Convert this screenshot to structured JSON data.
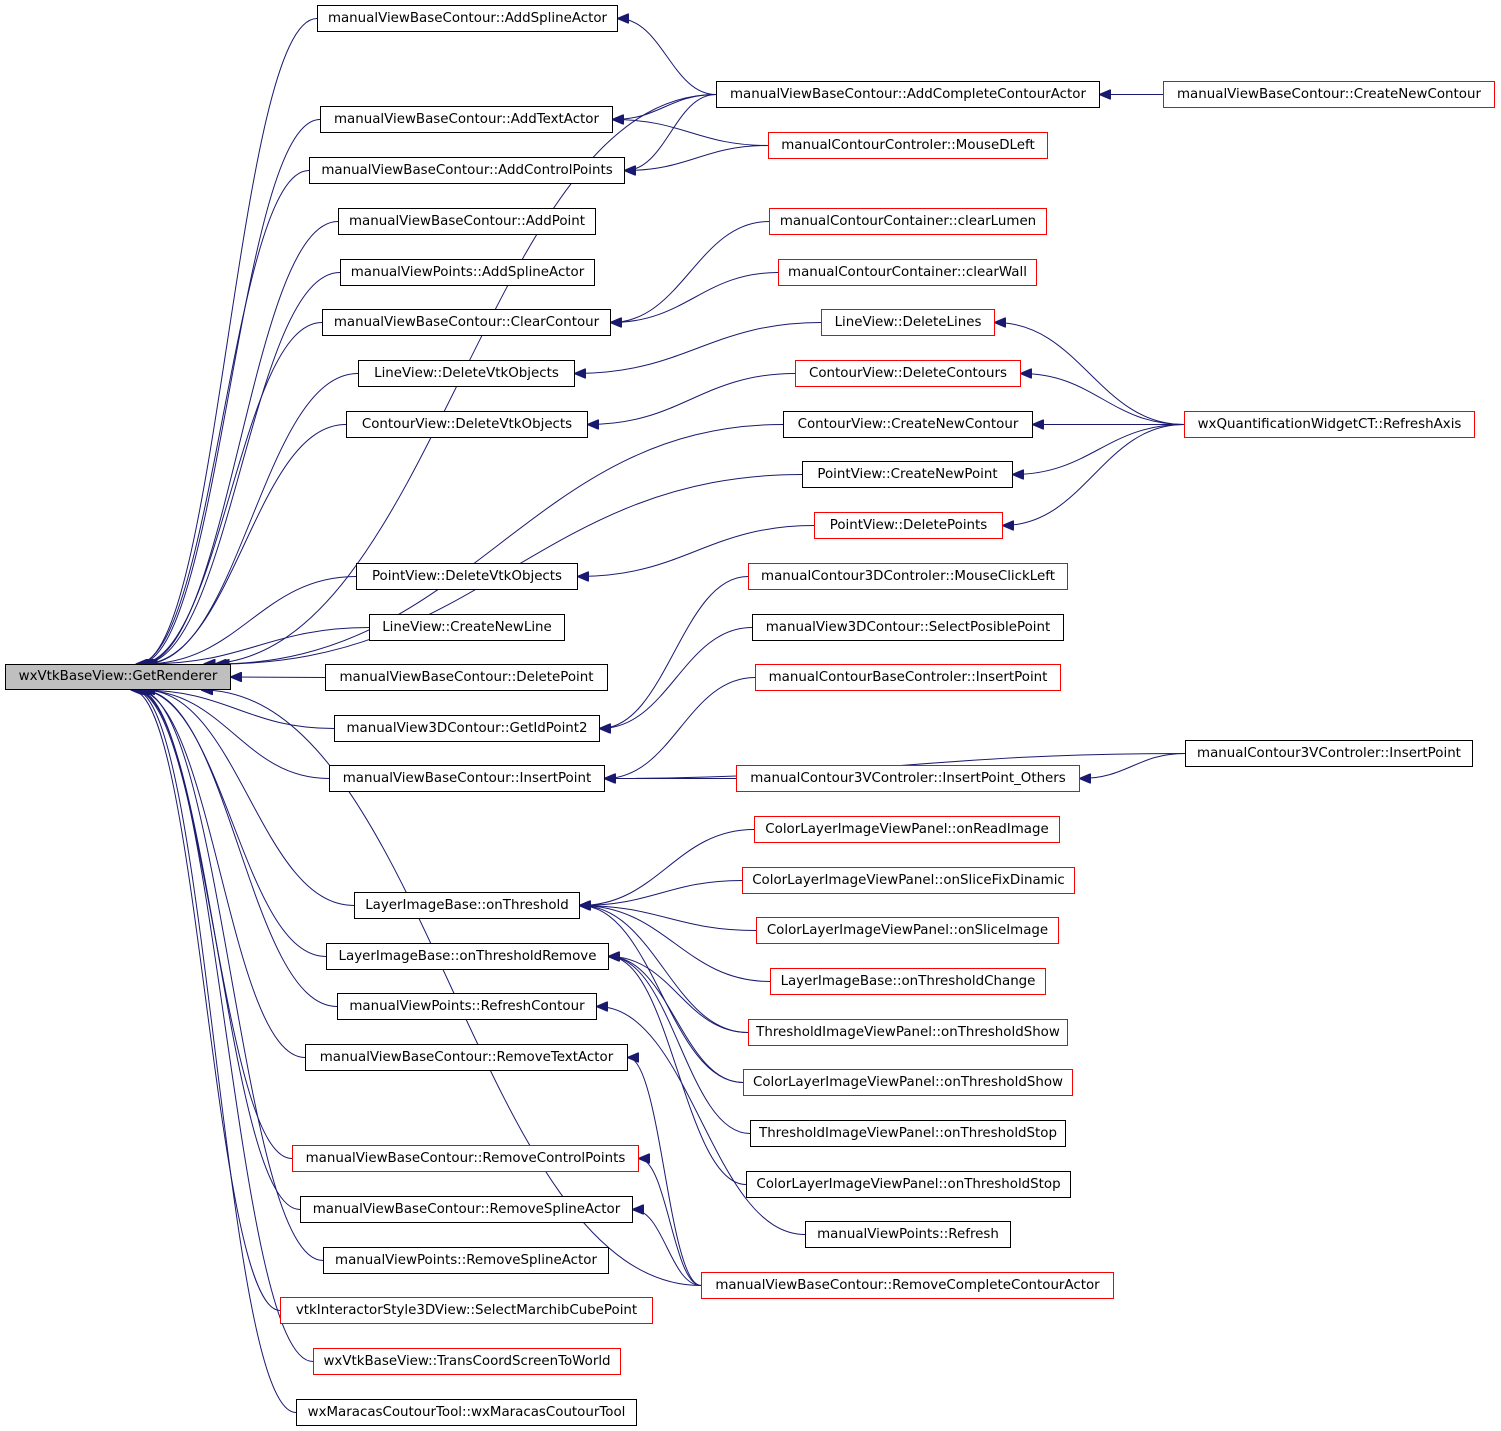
{
  "colors": {
    "edge": "#191970",
    "border_default": "#000000",
    "border_red": "#ff0000",
    "focus_fill": "#bfbfbf"
  },
  "graph": {
    "focus": "wxVtkBaseView::GetRenderer",
    "nodes": [
      {
        "id": "getrenderer",
        "label": "wxVtkBaseView::GetRenderer",
        "border": "black",
        "focus": true
      },
      {
        "id": "mvbc_addsplineactor",
        "label": "manualViewBaseContour::AddSplineActor",
        "border": "black"
      },
      {
        "id": "mvbc_addtextactor",
        "label": "manualViewBaseContour::AddTextActor",
        "border": "black"
      },
      {
        "id": "mvbc_addcontrolpoints",
        "label": "manualViewBaseContour::AddControlPoints",
        "border": "black"
      },
      {
        "id": "mvbc_addpoint",
        "label": "manualViewBaseContour::AddPoint",
        "border": "black"
      },
      {
        "id": "mvp_addsplineactor",
        "label": "manualViewPoints::AddSplineActor",
        "border": "black"
      },
      {
        "id": "mvbc_clearcontour",
        "label": "manualViewBaseContour::ClearContour",
        "border": "black"
      },
      {
        "id": "lineview_deletevtk",
        "label": "LineView::DeleteVtkObjects",
        "border": "black"
      },
      {
        "id": "contourview_deletevtk",
        "label": "ContourView::DeleteVtkObjects",
        "border": "black"
      },
      {
        "id": "pointview_deletevtk",
        "label": "PointView::DeleteVtkObjects",
        "border": "black"
      },
      {
        "id": "lineview_createnewline",
        "label": "LineView::CreateNewLine",
        "border": "black"
      },
      {
        "id": "mvbc_deletepoint",
        "label": "manualViewBaseContour::DeletePoint",
        "border": "black"
      },
      {
        "id": "mv3d_getidpoint2",
        "label": "manualView3DContour::GetIdPoint2",
        "border": "black"
      },
      {
        "id": "mvbc_insertpoint",
        "label": "manualViewBaseContour::InsertPoint",
        "border": "black"
      },
      {
        "id": "lib_onthreshold",
        "label": "LayerImageBase::onThreshold",
        "border": "black"
      },
      {
        "id": "lib_onthresholdremove",
        "label": "LayerImageBase::onThresholdRemove",
        "border": "black"
      },
      {
        "id": "mvp_refreshcontour",
        "label": "manualViewPoints::RefreshContour",
        "border": "black"
      },
      {
        "id": "mvbc_removetextactor",
        "label": "manualViewBaseContour::RemoveTextActor",
        "border": "black"
      },
      {
        "id": "mvbc_removecontrolpoints",
        "label": "manualViewBaseContour::RemoveControlPoints",
        "border": "red"
      },
      {
        "id": "mvbc_removesplineactor",
        "label": "manualViewBaseContour::RemoveSplineActor",
        "border": "black"
      },
      {
        "id": "mvp_removesplineactor",
        "label": "manualViewPoints::RemoveSplineActor",
        "border": "black"
      },
      {
        "id": "vtkis3d_selectmarchib",
        "label": "vtkInteractorStyle3DView::SelectMarchibCubePoint",
        "border": "red"
      },
      {
        "id": "wxvtk_transcoord",
        "label": "wxVtkBaseView::TransCoordScreenToWorld",
        "border": "red"
      },
      {
        "id": "wxmaracas_ctor",
        "label": "wxMaracasCoutourTool::wxMaracasCoutourTool",
        "border": "black"
      },
      {
        "id": "mvbc_addcompletecontouractor",
        "label": "manualViewBaseContour::AddCompleteContourActor",
        "border": "black"
      },
      {
        "id": "mcc_mousedleft",
        "label": "manualContourControler::MouseDLeft",
        "border": "red"
      },
      {
        "id": "mccont_clearlumen",
        "label": "manualContourContainer::clearLumen",
        "border": "red"
      },
      {
        "id": "mccont_clearwall",
        "label": "manualContourContainer::clearWall",
        "border": "red"
      },
      {
        "id": "lineview_deletelines",
        "label": "LineView::DeleteLines",
        "border": "red"
      },
      {
        "id": "contourview_deletecontours",
        "label": "ContourView::DeleteContours",
        "border": "red"
      },
      {
        "id": "contourview_createnewcontour",
        "label": "ContourView::CreateNewContour",
        "border": "black"
      },
      {
        "id": "pointview_createnewpoint",
        "label": "PointView::CreateNewPoint",
        "border": "black"
      },
      {
        "id": "pointview_deletepoints",
        "label": "PointView::DeletePoints",
        "border": "red"
      },
      {
        "id": "mc3dc_mouseclickleft",
        "label": "manualContour3DControler::MouseClickLeft",
        "border": "red"
      },
      {
        "id": "mv3d_selectposiblepoint",
        "label": "manualView3DContour::SelectPosiblePoint",
        "border": "black"
      },
      {
        "id": "mcbc_insertpoint",
        "label": "manualContourBaseControler::InsertPoint",
        "border": "red"
      },
      {
        "id": "mc3vc_insertpoint_others",
        "label": "manualContour3VControler::InsertPoint_Others",
        "border": "red"
      },
      {
        "id": "clivp_onreadimage",
        "label": "ColorLayerImageViewPanel::onReadImage",
        "border": "red"
      },
      {
        "id": "clivp_onslicefixdinamic",
        "label": "ColorLayerImageViewPanel::onSliceFixDinamic",
        "border": "red"
      },
      {
        "id": "clivp_onsliceimage",
        "label": "ColorLayerImageViewPanel::onSliceImage",
        "border": "red"
      },
      {
        "id": "lib_onthresholdchange",
        "label": "LayerImageBase::onThresholdChange",
        "border": "red"
      },
      {
        "id": "tivp_onthresholdshow",
        "label": "ThresholdImageViewPanel::onThresholdShow",
        "border": "red"
      },
      {
        "id": "clivp_onthresholdshow",
        "label": "ColorLayerImageViewPanel::onThresholdShow",
        "border": "red"
      },
      {
        "id": "tivp_onthresholdstop",
        "label": "ThresholdImageViewPanel::onThresholdStop",
        "border": "black"
      },
      {
        "id": "clivp_onthresholdstop",
        "label": "ColorLayerImageViewPanel::onThresholdStop",
        "border": "black"
      },
      {
        "id": "mvp_refresh",
        "label": "manualViewPoints::Refresh",
        "border": "black"
      },
      {
        "id": "mvbc_removecompletecontouractor",
        "label": "manualViewBaseContour::RemoveCompleteContourActor",
        "border": "red"
      },
      {
        "id": "mvbc_createnewcontour",
        "label": "manualViewBaseContour::CreateNewContour",
        "border": "red"
      },
      {
        "id": "wxqwct_refreshaxis",
        "label": "wxQuantificationWidgetCT::RefreshAxis",
        "border": "red"
      },
      {
        "id": "mc3vc_insertpoint",
        "label": "manualContour3VControler::InsertPoint",
        "border": "black"
      }
    ],
    "edges": [
      [
        "mvbc_addsplineactor",
        "getrenderer"
      ],
      [
        "mvbc_addtextactor",
        "getrenderer"
      ],
      [
        "mvbc_addcontrolpoints",
        "getrenderer"
      ],
      [
        "mvbc_addpoint",
        "getrenderer"
      ],
      [
        "mvp_addsplineactor",
        "getrenderer"
      ],
      [
        "mvbc_clearcontour",
        "getrenderer"
      ],
      [
        "lineview_deletevtk",
        "getrenderer"
      ],
      [
        "contourview_deletevtk",
        "getrenderer"
      ],
      [
        "pointview_deletevtk",
        "getrenderer"
      ],
      [
        "lineview_createnewline",
        "getrenderer"
      ],
      [
        "mvbc_deletepoint",
        "getrenderer"
      ],
      [
        "mv3d_getidpoint2",
        "getrenderer"
      ],
      [
        "mvbc_insertpoint",
        "getrenderer"
      ],
      [
        "lib_onthreshold",
        "getrenderer"
      ],
      [
        "lib_onthresholdremove",
        "getrenderer"
      ],
      [
        "mvp_refreshcontour",
        "getrenderer"
      ],
      [
        "mvbc_removetextactor",
        "getrenderer"
      ],
      [
        "mvbc_removecontrolpoints",
        "getrenderer"
      ],
      [
        "mvbc_removesplineactor",
        "getrenderer"
      ],
      [
        "mvp_removesplineactor",
        "getrenderer"
      ],
      [
        "vtkis3d_selectmarchib",
        "getrenderer"
      ],
      [
        "wxvtk_transcoord",
        "getrenderer"
      ],
      [
        "wxmaracas_ctor",
        "getrenderer"
      ],
      [
        "mvbc_addcompletecontouractor",
        "getrenderer"
      ],
      [
        "contourview_createnewcontour",
        "getrenderer"
      ],
      [
        "pointview_createnewpoint",
        "getrenderer"
      ],
      [
        "mvbc_removecompletecontouractor",
        "getrenderer"
      ],
      [
        "mvbc_addcompletecontouractor",
        "mvbc_addsplineactor"
      ],
      [
        "mvbc_addcompletecontouractor",
        "mvbc_addtextactor"
      ],
      [
        "mvbc_addcompletecontouractor",
        "mvbc_addcontrolpoints"
      ],
      [
        "mcc_mousedleft",
        "mvbc_addtextactor"
      ],
      [
        "mcc_mousedleft",
        "mvbc_addcontrolpoints"
      ],
      [
        "mvbc_createnewcontour",
        "mvbc_addcompletecontouractor"
      ],
      [
        "mccont_clearlumen",
        "mvbc_clearcontour"
      ],
      [
        "mccont_clearwall",
        "mvbc_clearcontour"
      ],
      [
        "lineview_deletelines",
        "lineview_deletevtk"
      ],
      [
        "contourview_deletecontours",
        "contourview_deletevtk"
      ],
      [
        "pointview_deletepoints",
        "pointview_deletevtk"
      ],
      [
        "wxqwct_refreshaxis",
        "lineview_deletelines"
      ],
      [
        "wxqwct_refreshaxis",
        "contourview_deletecontours"
      ],
      [
        "wxqwct_refreshaxis",
        "contourview_createnewcontour"
      ],
      [
        "wxqwct_refreshaxis",
        "pointview_createnewpoint"
      ],
      [
        "wxqwct_refreshaxis",
        "pointview_deletepoints"
      ],
      [
        "mc3dc_mouseclickleft",
        "mv3d_getidpoint2"
      ],
      [
        "mv3d_selectposiblepoint",
        "mv3d_getidpoint2"
      ],
      [
        "mcbc_insertpoint",
        "mvbc_insertpoint"
      ],
      [
        "mc3vc_insertpoint",
        "mvbc_insertpoint"
      ],
      [
        "mc3vc_insertpoint_others",
        "mvbc_insertpoint"
      ],
      [
        "mc3vc_insertpoint",
        "mc3vc_insertpoint_others"
      ],
      [
        "clivp_onreadimage",
        "lib_onthreshold"
      ],
      [
        "clivp_onslicefixdinamic",
        "lib_onthreshold"
      ],
      [
        "clivp_onsliceimage",
        "lib_onthreshold"
      ],
      [
        "lib_onthresholdchange",
        "lib_onthreshold"
      ],
      [
        "tivp_onthresholdshow",
        "lib_onthreshold"
      ],
      [
        "clivp_onthresholdshow",
        "lib_onthreshold"
      ],
      [
        "tivp_onthresholdshow",
        "lib_onthresholdremove"
      ],
      [
        "clivp_onthresholdshow",
        "lib_onthresholdremove"
      ],
      [
        "tivp_onthresholdstop",
        "lib_onthresholdremove"
      ],
      [
        "clivp_onthresholdstop",
        "lib_onthresholdremove"
      ],
      [
        "mvp_refresh",
        "mvp_refreshcontour"
      ],
      [
        "mvbc_removecompletecontouractor",
        "mvbc_removetextactor"
      ],
      [
        "mvbc_removecompletecontouractor",
        "mvbc_removecontrolpoints"
      ],
      [
        "mvbc_removecompletecontouractor",
        "mvbc_removesplineactor"
      ]
    ]
  }
}
